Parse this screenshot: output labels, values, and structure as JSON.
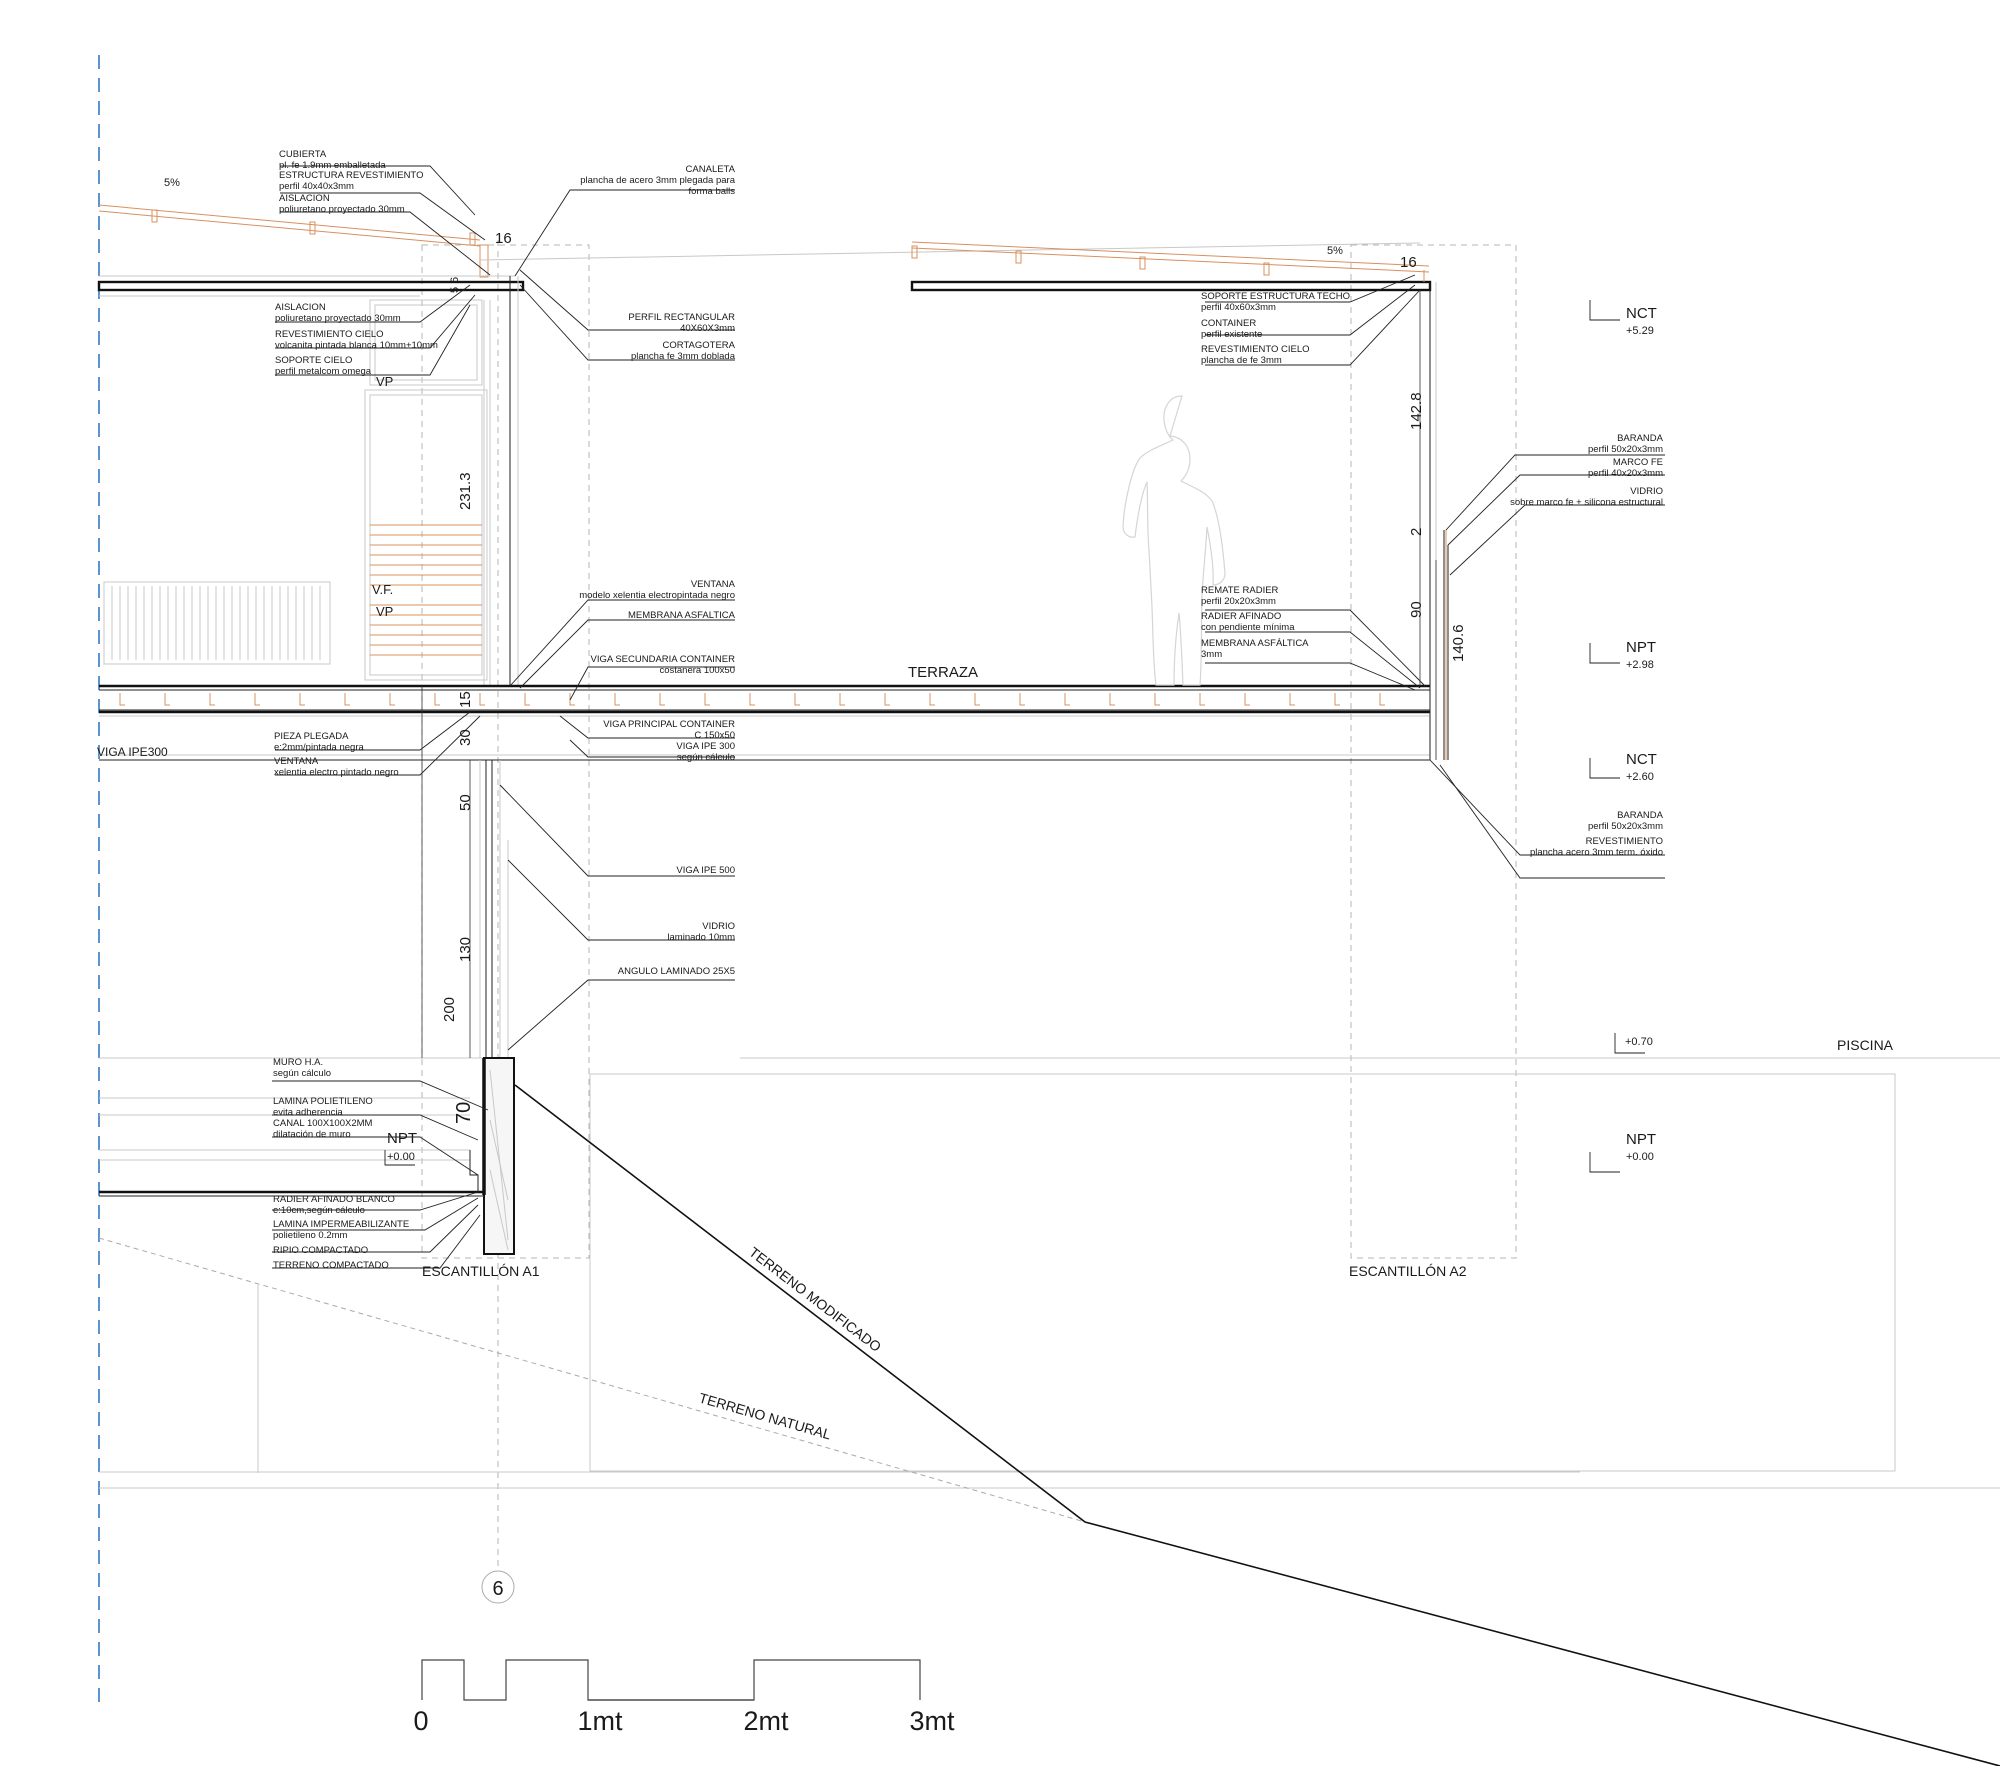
{
  "labels": {
    "cubierta": [
      "CUBIERTA",
      "pl. fe 1.9mm emballetada"
    ],
    "estructura_revestimiento": [
      "ESTRUCTURA REVESTIMIENTO",
      "perfil 40x40x3mm"
    ],
    "aislacion_top": [
      "AISLACION",
      "poliuretano proyectado 30mm"
    ],
    "canaleta": [
      "CANALETA",
      "plancha de acero 3mm plegada para",
      "forma balls"
    ],
    "aislacion_left": [
      "AISLACION",
      "poliuretano proyectado 30mm"
    ],
    "revestimiento_cielo_left": [
      "REVESTIMIENTO CIELO",
      "volcanita pintada blanca 10mm+10mm"
    ],
    "soporte_cielo": [
      "SOPORTE CIELO",
      "perfil metalcom omega"
    ],
    "perfil_rectangular": [
      "PERFIL RECTANGULAR",
      "40X60X3mm"
    ],
    "cortagotera": [
      "CORTAGOTERA",
      "plancha fe 3mm doblada"
    ],
    "soporte_estructura_techo": [
      "SOPORTE ESTRUCTURA TECHO",
      "perfil 40x60x3mm"
    ],
    "container": [
      "CONTAINER",
      "perfil existente"
    ],
    "revestimiento_cielo_right": [
      "REVESTIMIENTO CIELO",
      "plancha de fe 3mm"
    ],
    "baranda_top": [
      "BARANDA",
      "perfil 50x20x3mm"
    ],
    "marco_fe": [
      "MARCO FE",
      "perfil 40x20x3mm"
    ],
    "vidrio_right": [
      "VIDRIO",
      "sobre marco fe + silicona estructural"
    ],
    "ventana_mid": [
      "VENTANA",
      "modelo xelentia electropintada negro"
    ],
    "membrana_asfaltica_mid": [
      "MEMBRANA ASFALTICA"
    ],
    "viga_secundaria": [
      "VIGA SECUNDARIA CONTAINER",
      "costanera 100x50"
    ],
    "remate_radier": [
      "REMATE RADIER",
      "perfil 20x20x3mm"
    ],
    "radier_afinado_right": [
      "RADIER AFINADO",
      "con pendiente mínima"
    ],
    "membrana_asfaltica_right": [
      "MEMBRANA ASFÁLTICA",
      "3mm"
    ],
    "pieza_plegada": [
      "PIEZA PLEGADA",
      "e:2mm/pintada negra"
    ],
    "ventana_left": [
      "VENTANA",
      "xelentia electro pintado negro"
    ],
    "viga_principal": [
      "VIGA PRINCIPAL CONTAINER",
      "C 150x50"
    ],
    "viga_ipe300_b": [
      "VIGA IPE 300",
      "según cálculo"
    ],
    "baranda_bottom": [
      "BARANDA",
      "perfil 50x20x3mm"
    ],
    "revestimiento_bottom": [
      "REVESTIMIENTO",
      "plancha acero 3mm term. óxido"
    ],
    "viga_ipe500": [
      "VIGA IPE 500"
    ],
    "vidrio_laminado": [
      "VIDRIO",
      "laminado 10mm"
    ],
    "angulo_laminado": [
      "ANGULO LAMINADO 25X5"
    ],
    "muro_ha": [
      "MURO H.A.",
      "según cálculo"
    ],
    "lamina_polietileno": [
      "LAMINA POLIETILENO",
      "evita adherencia"
    ],
    "canal": [
      "CANAL 100X100X2MM",
      "dilatación de muro"
    ],
    "radier_afinado_blanco": [
      "RADIER AFINADO BLANCO",
      "e:10cm,según cálculo"
    ],
    "lamina_impermeabilizante": [
      "LAMINA IMPERMEABILIZANTE",
      "polietileno 0.2mm"
    ],
    "ripio": [
      "RIPIO COMPACTADO"
    ],
    "terreno_compactado": [
      "TERRENO COMPACTADO"
    ]
  },
  "text": {
    "slope_left": "5%",
    "slope_right": "5%",
    "dim_16_left": "16",
    "dim_16_right": "16",
    "dim_5": "5",
    "dim_6": "6",
    "dim_2313": "231.3",
    "dim_1428": "142.8",
    "dim_2": "2",
    "dim_90": "90",
    "dim_1406": "140.6",
    "dim_15": "15",
    "dim_30": "30",
    "dim_50": "50",
    "dim_130": "130",
    "dim_200": "200",
    "dim_70": "70",
    "vp_top": "VP",
    "vf": "V.F.",
    "vp_bottom": "VP",
    "terraza": "TERRAZA",
    "viga_ipe300": "VIGA IPE300",
    "piscina": "PISCINA",
    "escantillon_a1": "ESCANTILLÓN A1",
    "escantillon_a2": "ESCANTILLÓN A2",
    "terreno_modificado": "TERRENO MODIFICADO",
    "terreno_natural": "TERRENO NATURAL",
    "axis_6": "6"
  },
  "levels": {
    "nct_top": {
      "name": "NCT",
      "value": "+5.29"
    },
    "npt_mid": {
      "name": "NPT",
      "value": "+2.98"
    },
    "nct_mid": {
      "name": "NCT",
      "value": "+2.60"
    },
    "pool": {
      "value": "+0.70"
    },
    "npt_right": {
      "name": "NPT",
      "value": "+0.00"
    },
    "npt_left": {
      "name": "NPT",
      "value": "+0.00"
    }
  },
  "scale": [
    "0",
    "1mt",
    "2mt",
    "3mt"
  ]
}
